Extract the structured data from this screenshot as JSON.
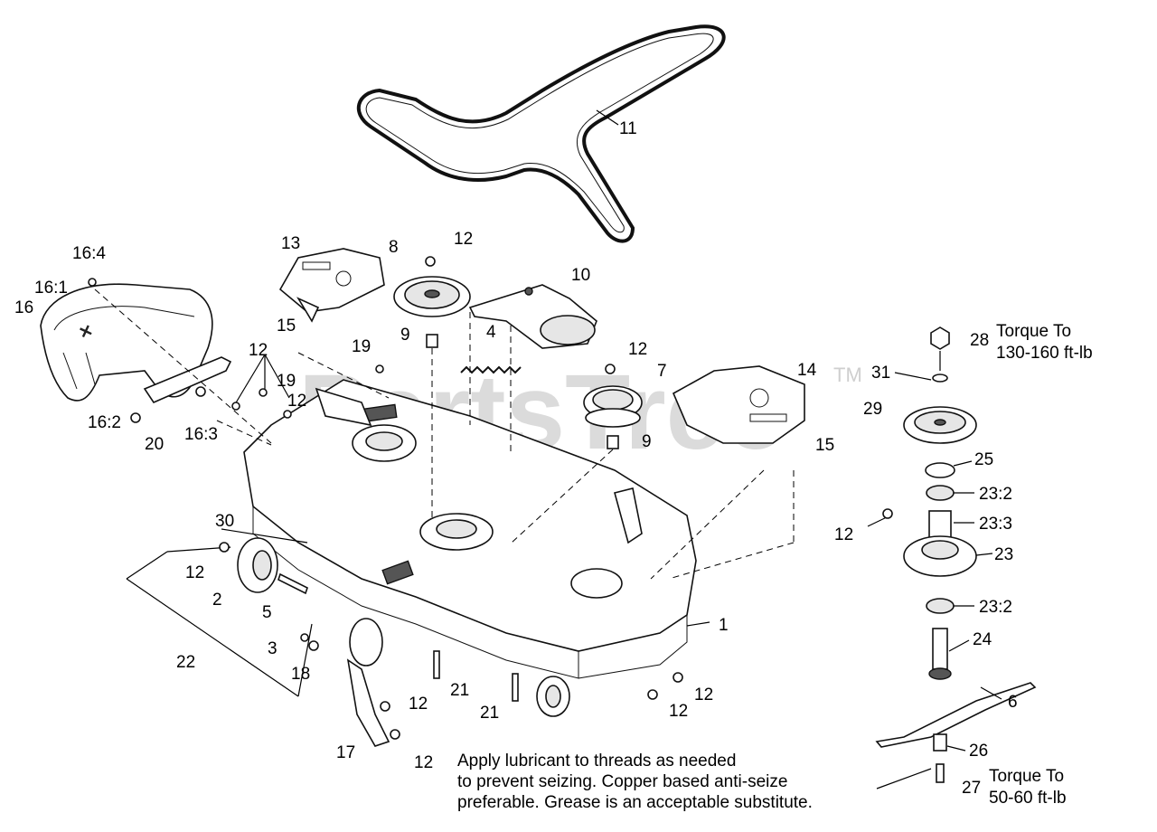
{
  "watermark": {
    "text": "PartsTree",
    "tm": "TM"
  },
  "callouts": [
    {
      "id": "c-1",
      "text": "1"
    },
    {
      "id": "c-2",
      "text": "2"
    },
    {
      "id": "c-3",
      "text": "3"
    },
    {
      "id": "c-4",
      "text": "4"
    },
    {
      "id": "c-5",
      "text": "5"
    },
    {
      "id": "c-6",
      "text": "6"
    },
    {
      "id": "c-7",
      "text": "7"
    },
    {
      "id": "c-8",
      "text": "8"
    },
    {
      "id": "c-9a",
      "text": "9"
    },
    {
      "id": "c-9b",
      "text": "9"
    },
    {
      "id": "c-10",
      "text": "10"
    },
    {
      "id": "c-11",
      "text": "11"
    },
    {
      "id": "c-12a",
      "text": "12"
    },
    {
      "id": "c-12b",
      "text": "12"
    },
    {
      "id": "c-12c",
      "text": "12"
    },
    {
      "id": "c-12d",
      "text": "12"
    },
    {
      "id": "c-12e",
      "text": "12"
    },
    {
      "id": "c-12f",
      "text": "12"
    },
    {
      "id": "c-12g",
      "text": "12"
    },
    {
      "id": "c-12h",
      "text": "12"
    },
    {
      "id": "c-12i",
      "text": "12"
    },
    {
      "id": "c-12j",
      "text": "12"
    },
    {
      "id": "c-13",
      "text": "13"
    },
    {
      "id": "c-14",
      "text": "14"
    },
    {
      "id": "c-15a",
      "text": "15"
    },
    {
      "id": "c-15b",
      "text": "15"
    },
    {
      "id": "c-16",
      "text": "16"
    },
    {
      "id": "c-16-1",
      "text": "16:1"
    },
    {
      "id": "c-16-2",
      "text": "16:2"
    },
    {
      "id": "c-16-3",
      "text": "16:3"
    },
    {
      "id": "c-16-4",
      "text": "16:4"
    },
    {
      "id": "c-17",
      "text": "17"
    },
    {
      "id": "c-18",
      "text": "18"
    },
    {
      "id": "c-19a",
      "text": "19"
    },
    {
      "id": "c-19b",
      "text": "19"
    },
    {
      "id": "c-20",
      "text": "20"
    },
    {
      "id": "c-21a",
      "text": "21"
    },
    {
      "id": "c-21b",
      "text": "21"
    },
    {
      "id": "c-22",
      "text": "22"
    },
    {
      "id": "c-23",
      "text": "23"
    },
    {
      "id": "c-23-2a",
      "text": "23:2"
    },
    {
      "id": "c-23-2b",
      "text": "23:2"
    },
    {
      "id": "c-23-3",
      "text": "23:3"
    },
    {
      "id": "c-24",
      "text": "24"
    },
    {
      "id": "c-25",
      "text": "25"
    },
    {
      "id": "c-26",
      "text": "26"
    },
    {
      "id": "c-27",
      "text": "27"
    },
    {
      "id": "c-28",
      "text": "28"
    },
    {
      "id": "c-29",
      "text": "29"
    },
    {
      "id": "c-30",
      "text": "30"
    },
    {
      "id": "c-31",
      "text": "31"
    }
  ],
  "torque_top": {
    "line1": "Torque To",
    "line2": "130-160 ft-lb"
  },
  "torque_bottom": {
    "line1": "Torque To",
    "line2": "50-60 ft-lb"
  },
  "lubricant_note": {
    "line1": "Apply lubricant to threads as needed",
    "line2": "to prevent seizing. Copper based anti-seize",
    "line3": "preferable. Grease is an acceptable substitute."
  }
}
